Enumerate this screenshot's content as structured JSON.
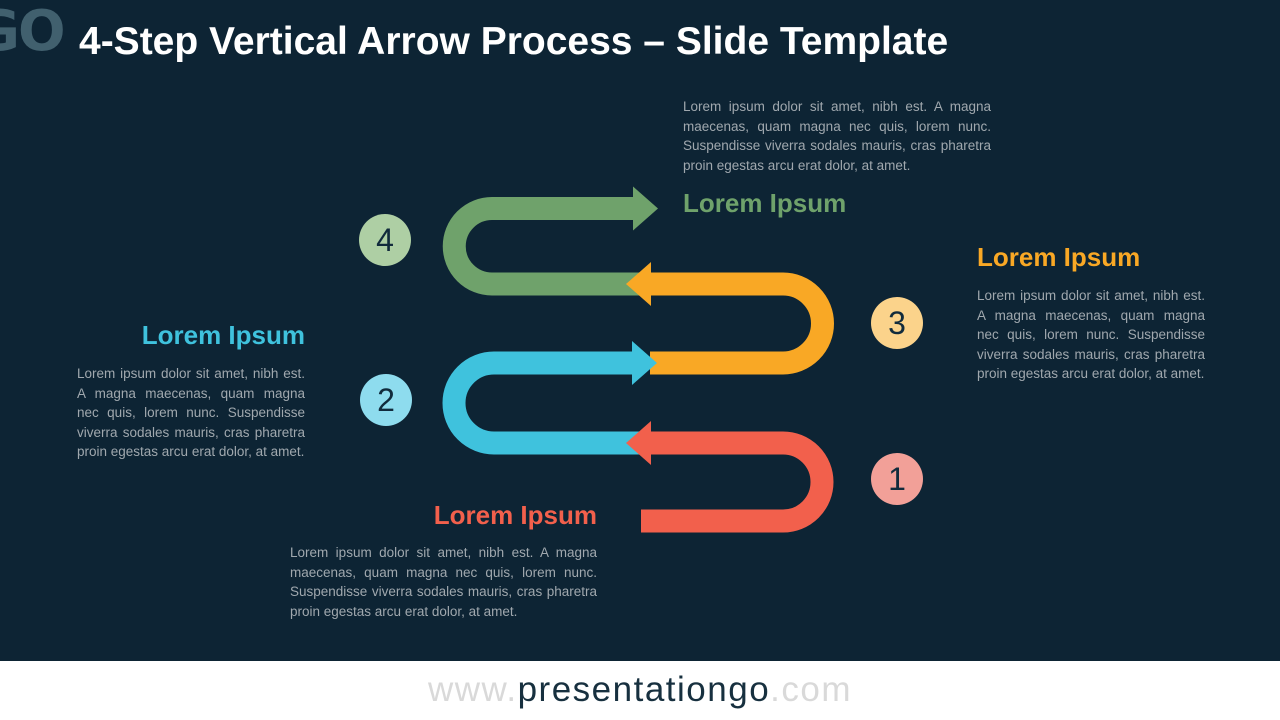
{
  "slide": {
    "title": "4-Step Vertical Arrow Process – Slide Template",
    "logo": "GO",
    "background_color": "#0d2434",
    "footer": {
      "prefix": "www.",
      "brand": "presentationgo",
      "suffix": ".com"
    }
  },
  "steps": [
    {
      "number": "1",
      "heading": "Lorem Ipsum",
      "body": "Lorem ipsum dolor sit amet, nibh est. A magna maecenas, quam magna nec quis, lorem nunc. Suspendisse viverra sodales mauris, cras pharetra proin egestas arcu erat dolor, at amet.",
      "arrow_color": "#f2604c",
      "badge_color": "#f2a098",
      "direction": "left"
    },
    {
      "number": "2",
      "heading": "Lorem Ipsum",
      "body": "Lorem ipsum dolor sit amet, nibh est. A magna maecenas, quam magna nec quis, lorem nunc. Suspendisse viverra sodales mauris, cras pharetra proin egestas arcu erat dolor, at amet.",
      "arrow_color": "#3fc2dd",
      "badge_color": "#8edcee",
      "direction": "right"
    },
    {
      "number": "3",
      "heading": "Lorem Ipsum",
      "body": "Lorem ipsum dolor sit amet, nibh est. A magna maecenas, quam magna nec quis, lorem nunc. Suspendisse viverra sodales mauris, cras pharetra proin egestas arcu erat dolor, at amet.",
      "arrow_color": "#f9a825",
      "badge_color": "#fbd38b",
      "direction": "left"
    },
    {
      "number": "4",
      "heading": "Lorem Ipsum",
      "body": "Lorem ipsum dolor sit amet, nibh est. A magna maecenas, quam magna nec quis, lorem nunc. Suspendisse viverra sodales mauris, cras pharetra proin egestas arcu erat dolor, at amet.",
      "arrow_color": "#6fa26b",
      "badge_color": "#aecfa4",
      "direction": "right"
    }
  ]
}
